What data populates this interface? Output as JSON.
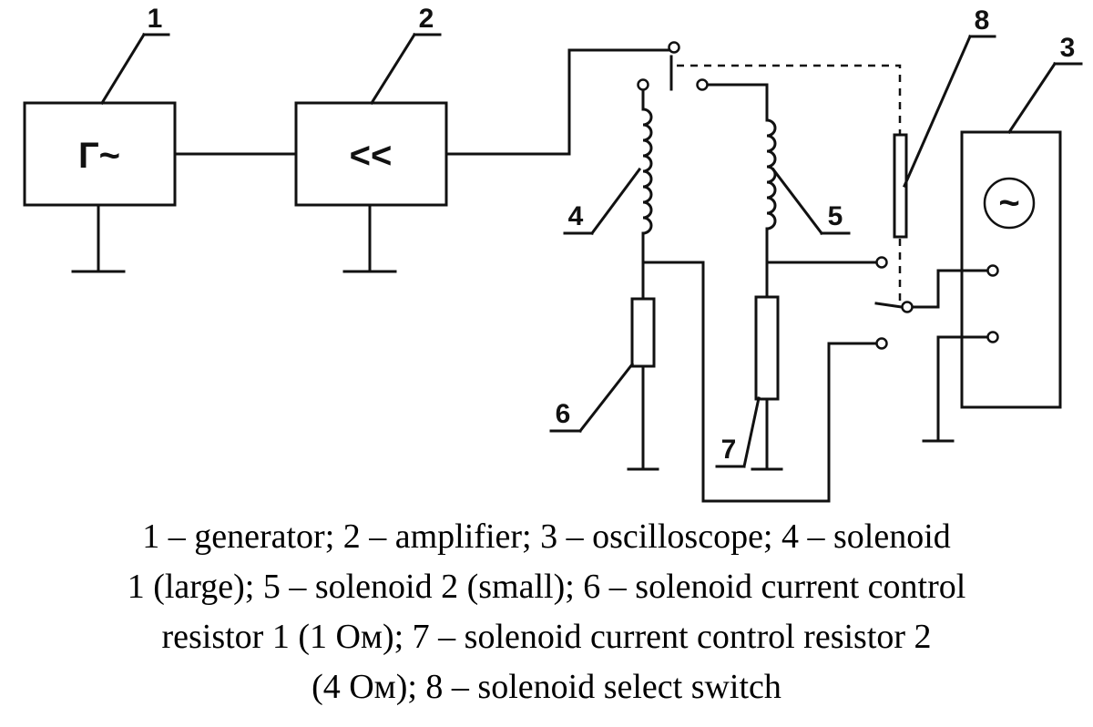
{
  "diagram": {
    "labels": {
      "generator": "1",
      "amplifier": "2",
      "oscilloscope": "3",
      "solenoid_large": "4",
      "solenoid_small": "5",
      "resistor_1": "6",
      "resistor_2": "7",
      "select_switch": "8"
    },
    "generator_symbol": "Г~",
    "amplifier_symbol": "<<",
    "oscilloscope_symbol": "~"
  },
  "caption": {
    "lines": [
      "1 – generator; 2 – amplifier; 3 – oscilloscope; 4 – solenoid",
      "1 (large); 5 – solenoid 2 (small); 6 – solenoid current control",
      "resistor 1 (1 Ом); 7 – solenoid current control resistor 2",
      "(4 Ом); 8 – solenoid select switch"
    ]
  }
}
